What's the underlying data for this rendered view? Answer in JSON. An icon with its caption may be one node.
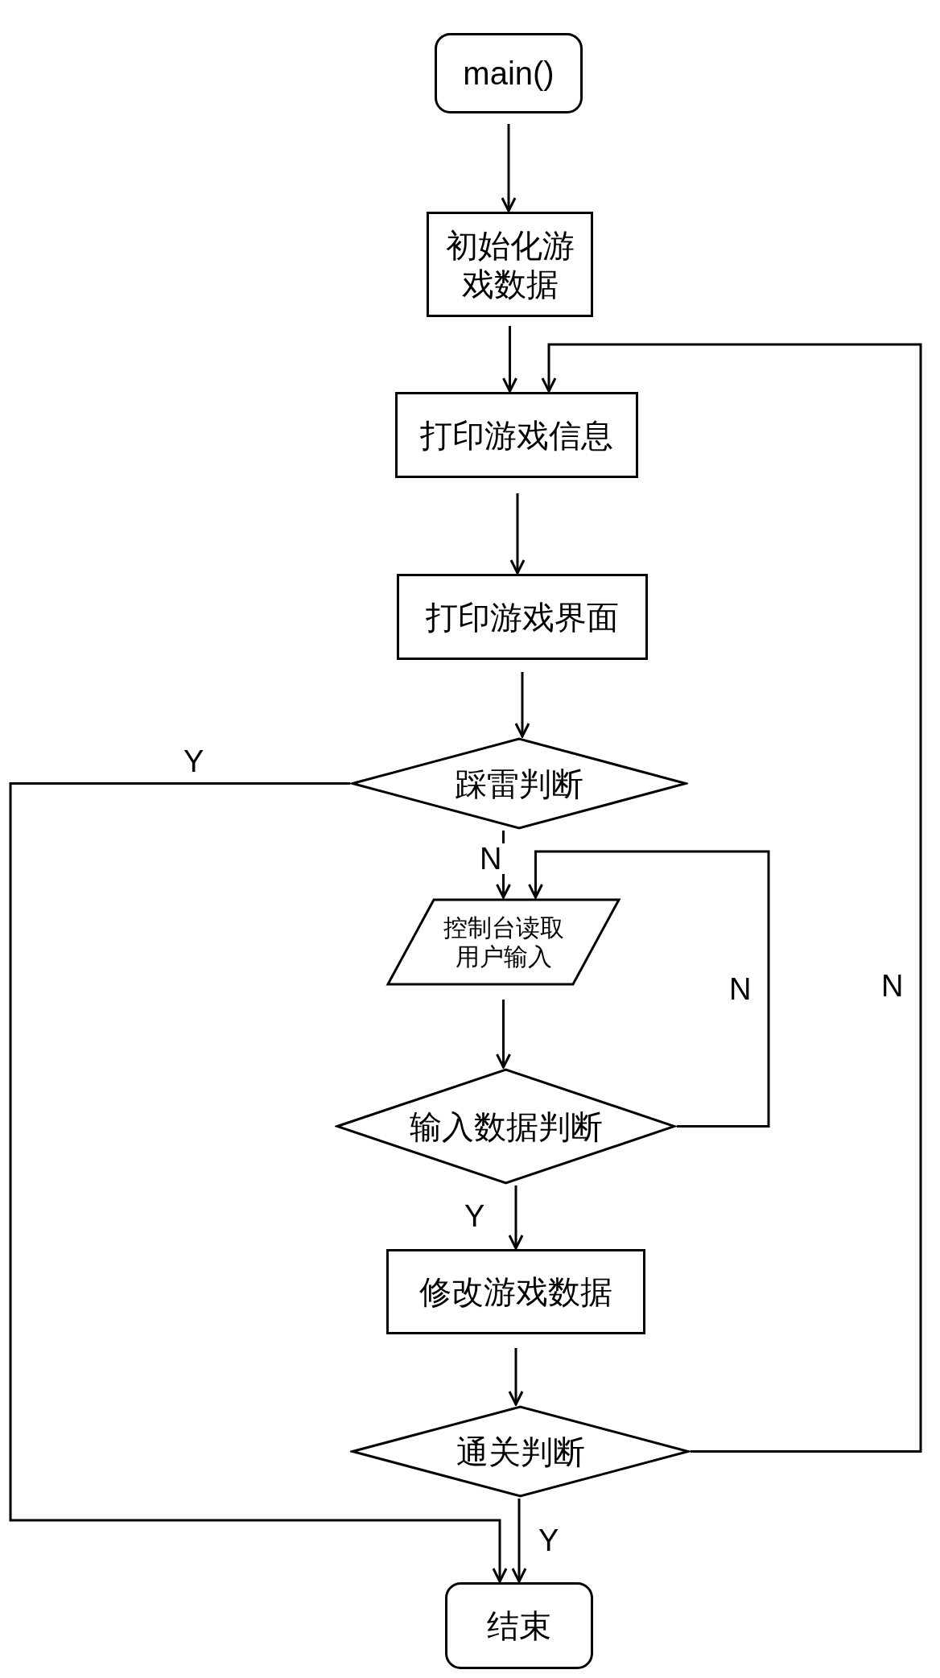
{
  "diagram": {
    "nodes": [
      {
        "text": [
          "main()"
        ]
      },
      {
        "text": [
          "初始化游戏数据"
        ]
      },
      {
        "text": [
          "打印游戏信息"
        ]
      },
      {
        "text": [
          "打印游戏界面"
        ]
      },
      {
        "text": [
          "踩雷判断"
        ]
      },
      {
        "text": [
          "控制台读取用户输入"
        ]
      },
      {
        "text": [
          "输入数据判断"
        ]
      },
      {
        "text": [
          "修改游戏数据"
        ]
      },
      {
        "text": [
          "通关判断"
        ]
      },
      {
        "text": [
          "结束"
        ]
      }
    ],
    "edges": [
      {
        "from": 0,
        "to": 1,
        "arrow": "to"
      },
      {
        "from": 1,
        "to": 2,
        "arrow": "to"
      },
      {
        "from": 2,
        "to": 3,
        "arrow": "to"
      },
      {
        "from": 3,
        "to": 4,
        "arrow": "to"
      },
      {
        "from": 4,
        "to": 5,
        "arrow": "to",
        "label": "N"
      },
      {
        "from": 5,
        "to": 6,
        "arrow": "to"
      },
      {
        "from": 6,
        "to": 7,
        "arrow": "to",
        "label": "Y"
      },
      {
        "from": 7,
        "to": 8,
        "arrow": "to"
      },
      {
        "from": 8,
        "to": 9,
        "arrow": "to",
        "label": "Y"
      },
      {
        "from": 4,
        "to": 9,
        "arrow": "to",
        "label": "Y"
      },
      {
        "from": 6,
        "to": 5,
        "arrow": "to",
        "label": "N"
      },
      {
        "from": 8,
        "to": 2,
        "arrow": "to",
        "label": "N"
      }
    ]
  }
}
